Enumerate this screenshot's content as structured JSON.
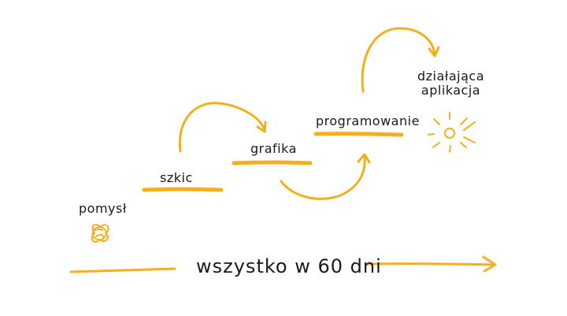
{
  "accent_color": "#f2b01e",
  "ink_color": "#1a1a1a",
  "steps": [
    {
      "label": "pomysł",
      "icon": "scribble-ball-icon"
    },
    {
      "label": "szkic"
    },
    {
      "label": "grafika"
    },
    {
      "label": "programowanie"
    },
    {
      "label": "działająca\naplikacja",
      "icon": "sun-icon"
    }
  ],
  "timeline": {
    "label": "wszystko w 60 dni",
    "icon": "arrow-right-icon"
  }
}
